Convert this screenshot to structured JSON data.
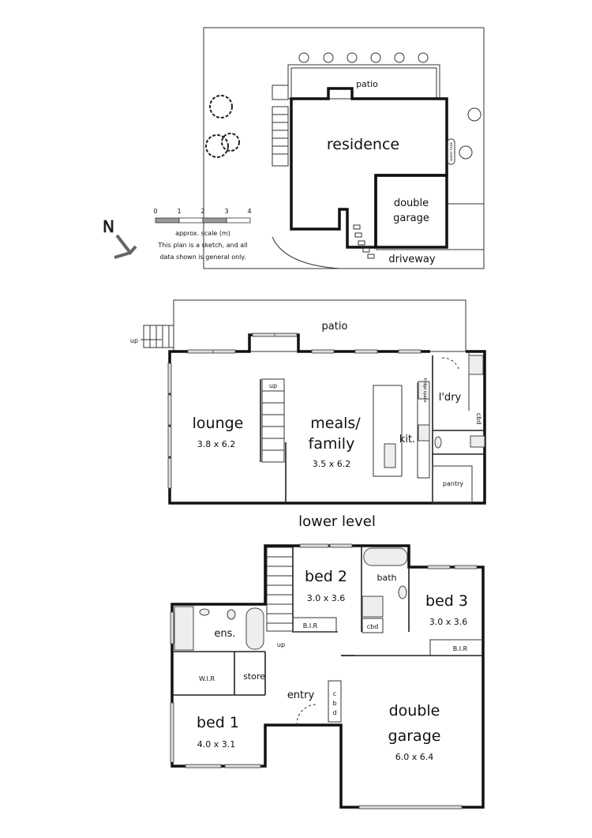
{
  "site_plan": {
    "patio": "patio",
    "residence": "residence",
    "garage_line1": "double",
    "garage_line2": "garage",
    "driveway": "driveway",
    "water_tank": "water tank"
  },
  "scale": {
    "ticks": [
      "0",
      "1",
      "2",
      "3",
      "4"
    ],
    "caption": "approx. scale (m)",
    "disclaimer_line1": "This plan is a sketch, and all",
    "disclaimer_line2": "data shown is general only.",
    "north": "N"
  },
  "lower_level": {
    "title": "lower level",
    "patio": "patio",
    "up_outside": "up",
    "up_stairs": "up",
    "lounge": {
      "name": "lounge",
      "size": "3.8 x 6.2"
    },
    "meals": {
      "name_line1": "meals/",
      "name_line2": "family",
      "size": "3.5 x 6.2"
    },
    "kitchen": "kit.",
    "fridge": "fridge space",
    "laundry": "l'dry",
    "cbd": "cbd",
    "pantry": "pantry"
  },
  "upper_level": {
    "bed2": {
      "name": "bed 2",
      "size": "3.0 x 3.6",
      "bir": "B.I.R"
    },
    "bath": "bath",
    "cbd": "cbd",
    "bed3": {
      "name": "bed 3",
      "size": "3.0 x 3.6",
      "bir": "B.I.R"
    },
    "ensuite": "ens.",
    "wir": "W.I.R",
    "store": "store",
    "up": "up",
    "entry": "entry",
    "entry_cbd": [
      "c",
      "b",
      "d"
    ],
    "bed1": {
      "name": "bed 1",
      "size": "4.0 x 3.1"
    },
    "garage": {
      "name_line1": "double",
      "name_line2": "garage",
      "size": "6.0 x 6.4"
    }
  }
}
